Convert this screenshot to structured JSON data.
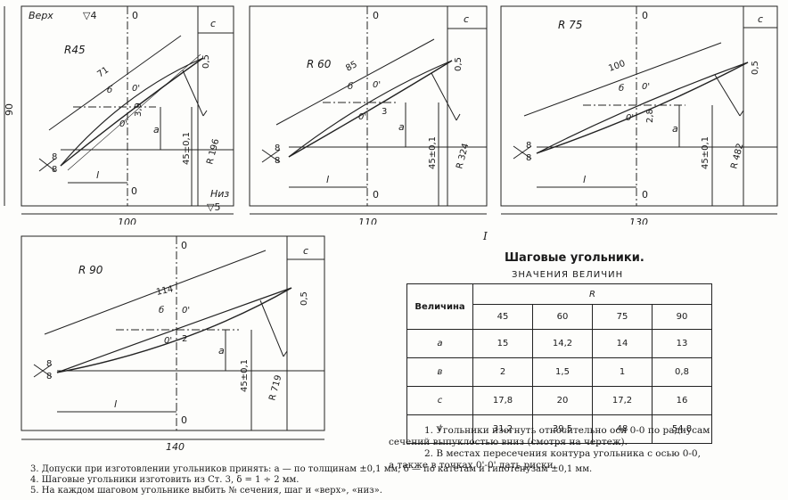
{
  "drawings": [
    {
      "radius": "R45",
      "width": "100",
      "height": "90",
      "len": "71",
      "offset": "3,9",
      "bend_r": "R 196",
      "top": "Верх",
      "bottom": "Низ",
      "top_mark": "▽4",
      "bottom_mark": "▽5"
    },
    {
      "radius": "R 60",
      "width": "110",
      "len": "85",
      "offset": "3",
      "bend_r": "R 324"
    },
    {
      "radius": "R 75",
      "width": "130",
      "len": "100",
      "offset": "2,8",
      "bend_r": "R 482"
    },
    {
      "radius": "R 90",
      "width": "140",
      "len": "114",
      "offset": "2",
      "bend_r": "R 719"
    }
  ],
  "labels": {
    "c": "c",
    "a": "a",
    "l": "l",
    "b": "б",
    "zero": "0",
    "zero_prime": "0'",
    "tol_len": "45±0,1",
    "tip": "0,5",
    "angle": "8",
    "sheet_mark": "I"
  },
  "table": {
    "title": "Шаговые угольники.",
    "subtitle": "ЗНАЧЕНИЯ ВЕЛИЧИН",
    "col_header": "R",
    "row_header": "Величина",
    "radii": [
      "45",
      "60",
      "75",
      "90"
    ],
    "rows": [
      {
        "name": "a",
        "values": [
          "15",
          "14,2",
          "14",
          "13"
        ]
      },
      {
        "name": "в",
        "values": [
          "2",
          "1,5",
          "1",
          "0,8"
        ]
      },
      {
        "name": "c",
        "values": [
          "17,8",
          "20",
          "17,2",
          "16"
        ]
      },
      {
        "name": "l",
        "values": [
          "31,2",
          "39,5",
          "48",
          "54,8"
        ]
      }
    ]
  },
  "notes": [
    "1. Угольники изогнуть относительно оси 0-0 по радиусам",
    "сечений выпуклостью вниз (смотря на чертеж).",
    "2. В местах пересечения контура угольника с осью 0-0,",
    "а также в точках 0'-0' дать риски.",
    "3. Допуски при изготовлении угольников принять: а — по толщинам ±0,1 мм; б — по катетам и гипотенузам ±0,1 мм.",
    "4. Шаговые угольники изготовить из Ст. 3, δ = 1 ÷ 2 мм.",
    "5. На каждом шаговом угольнике выбить № сечения, шаг и «верх», «низ»."
  ]
}
